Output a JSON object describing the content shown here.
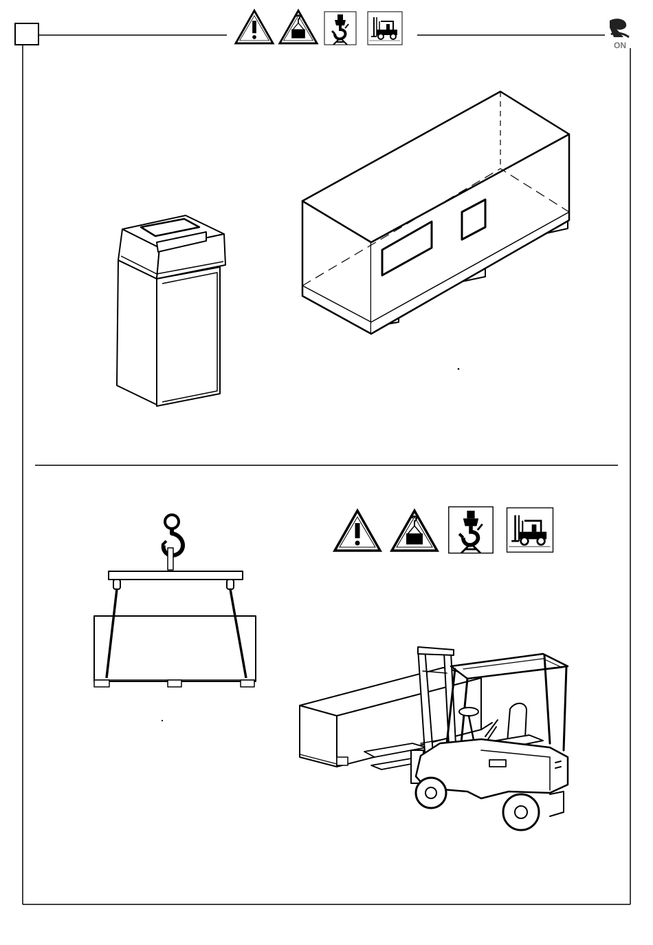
{
  "page": {
    "section_box_label": "",
    "colors": {
      "ink": "#000000",
      "paper": "#ffffff",
      "brand_logo": "#222222"
    }
  },
  "header": {
    "icons": [
      "general-warning-icon",
      "suspended-load-warning-icon",
      "crane-hook-lifting-icon",
      "forklift-handling-icon"
    ],
    "logo_text": "ON"
  },
  "figures": {
    "top_left": "waste-bin-drawing",
    "top_right": "packed-crate-drawing",
    "bottom_left": "crane-lifting-crate-drawing",
    "bottom_right": "forklift-carrying-crate-drawing"
  },
  "bottom_icons": [
    "general-warning-icon",
    "suspended-load-warning-icon",
    "crane-hook-lifting-icon",
    "forklift-handling-icon"
  ]
}
